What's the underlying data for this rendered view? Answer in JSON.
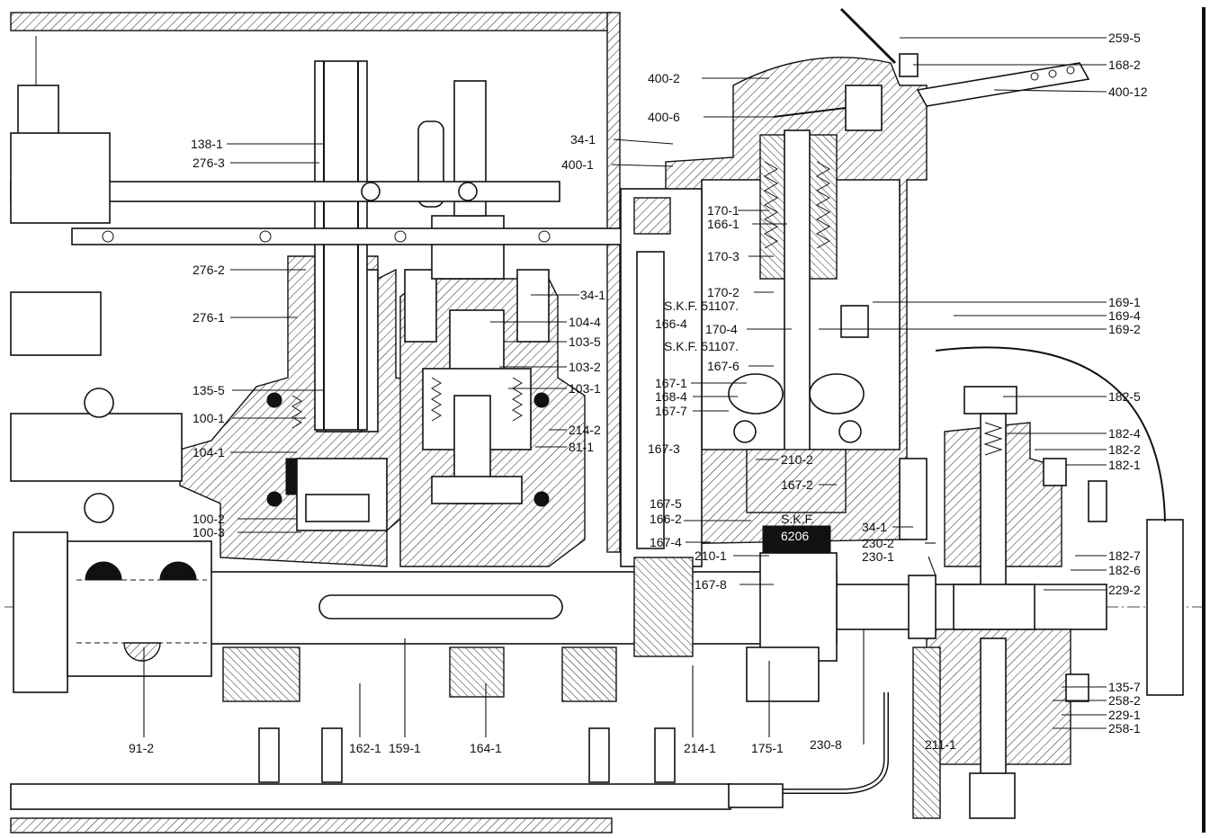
{
  "labels": {
    "l_259_5": "259-5",
    "l_168_2": "168-2",
    "l_400_12": "400-12",
    "l_400_2": "400-2",
    "l_400_6": "400-6",
    "l_34_1_top": "34-1",
    "l_400_1": "400-1",
    "l_138_1": "138-1",
    "l_276_3": "276-3",
    "l_276_2": "276-2",
    "l_276_1": "276-1",
    "l_34_1_mid": "34-1",
    "l_104_4": "104-4",
    "l_103_5": "103-5",
    "l_103_2": "103-2",
    "l_103_1": "103-1",
    "l_135_5": "135-5",
    "l_100_1": "100-1",
    "l_104_1": "104-1",
    "l_214_2": "214-2",
    "l_81_1": "81-1",
    "l_100_2": "100-2",
    "l_100_3": "100-3",
    "l_170_1": "170-1",
    "l_166_1": "166-1",
    "l_170_3": "170-3",
    "l_170_2": "170-2",
    "l_skf_51107_a": "S.K.F. 51107.",
    "l_166_4": "166-4",
    "l_170_4": "170-4",
    "l_skf_51107_b": "S.K.F. 51107.",
    "l_167_6": "167-6",
    "l_167_1": "167-1",
    "l_168_4": "168-4",
    "l_167_7": "167-7",
    "l_167_3": "167-3",
    "l_210_2": "210-2",
    "l_167_2": "167-2",
    "l_167_5": "167-5",
    "l_166_2": "166-2",
    "l_skf": "S.K.F.",
    "l_6206": "6206",
    "l_167_4": "167-4",
    "l_210_1": "210-1",
    "l_167_8": "167-8",
    "l_34_1_low": "34-1",
    "l_230_2": "230-2",
    "l_230_1": "230-1",
    "l_169_1": "169-1",
    "l_169_4": "169-4",
    "l_169_2": "169-2",
    "l_182_5": "182-5",
    "l_182_4": "182-4",
    "l_182_2": "182-2",
    "l_182_1": "182-1",
    "l_182_7": "182-7",
    "l_182_6": "182-6",
    "l_229_2": "229-2",
    "l_135_7": "135-7",
    "l_258_2": "258-2",
    "l_229_1": "229-1",
    "l_258_1": "258-1",
    "l_91_2": "91-2",
    "l_162_1": "162-1",
    "l_159_1": "159-1",
    "l_164_1": "164-1",
    "l_214_1": "214-1",
    "l_175_1": "175-1",
    "l_230_8": "230-8",
    "l_211_1": "211-1"
  }
}
